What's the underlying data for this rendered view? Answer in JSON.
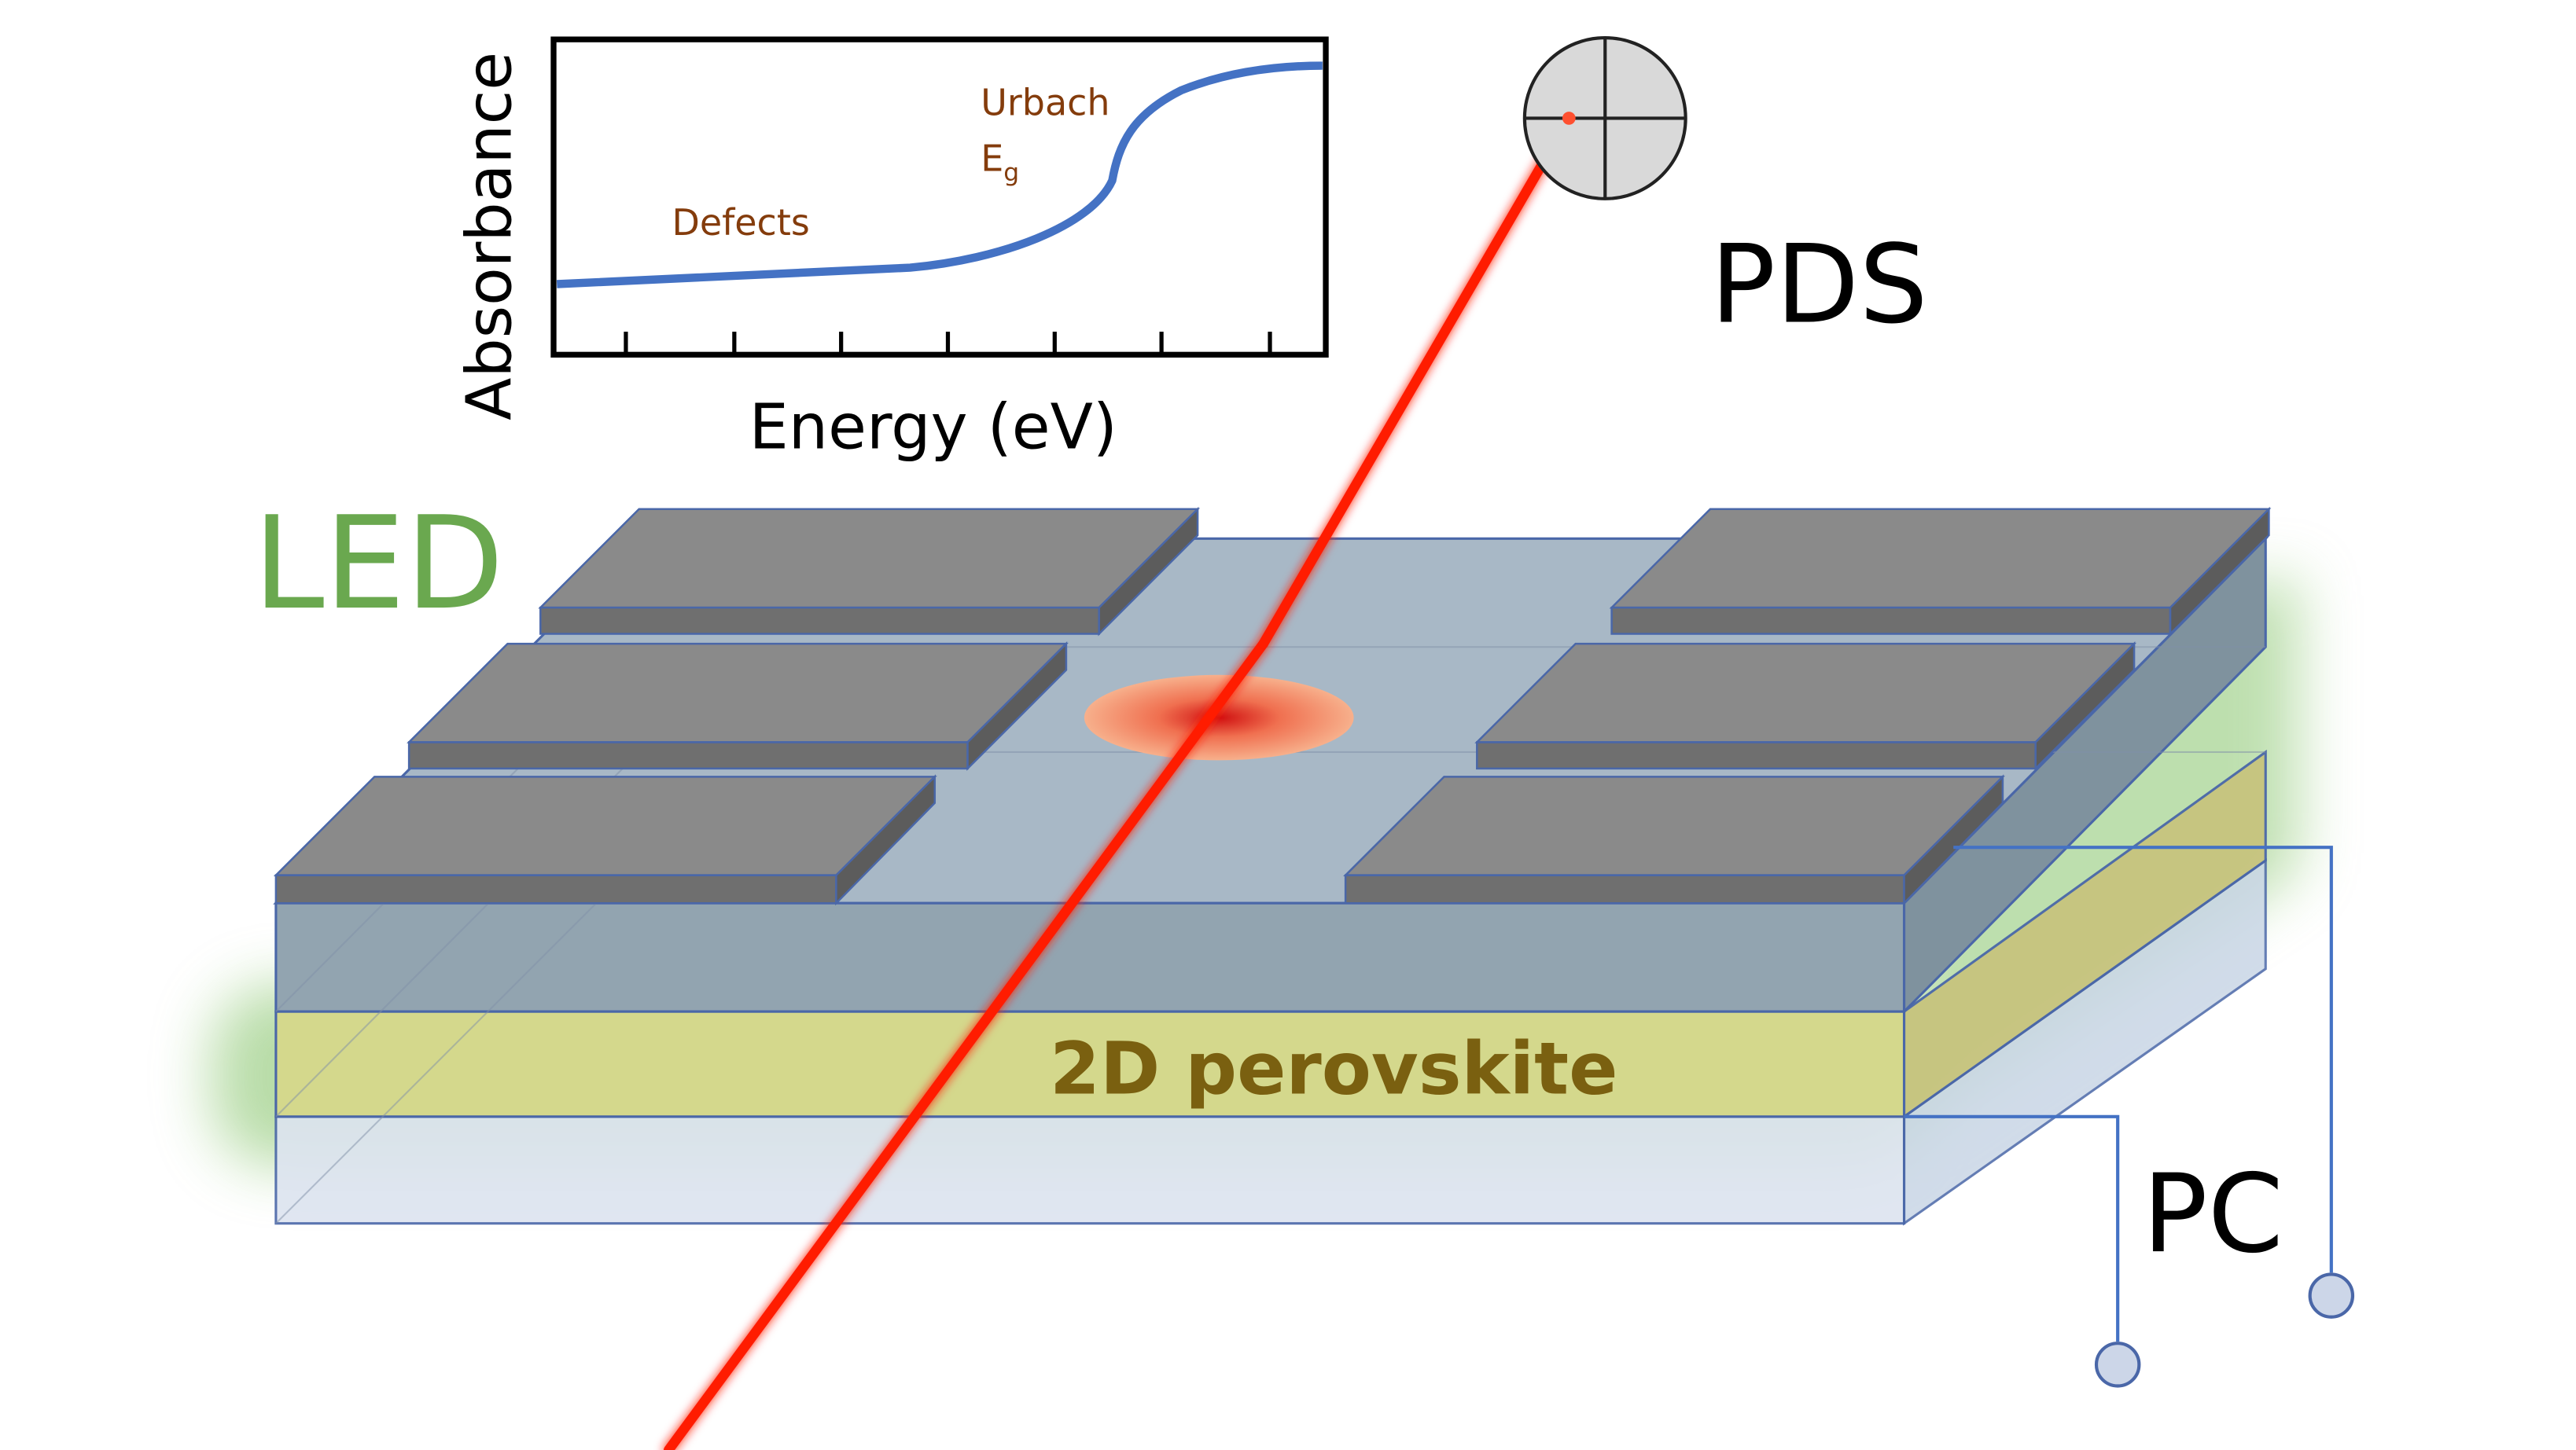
{
  "labels": {
    "led": "LED",
    "pds": "PDS",
    "pc": "PC",
    "layer": "2D perovskite"
  },
  "inset": {
    "ylabel": "Absorbance",
    "xlabel": "Energy (eV)",
    "defects": "Defects",
    "urbach": "Urbach",
    "eg_main": "E",
    "eg_sub": "g"
  },
  "colors": {
    "led_green": "#6aa84f",
    "beam": "#ff1a00",
    "curve": "#4472c4",
    "annotation": "#843c0c",
    "electrode": "#808080",
    "perovskite": "#d4d88c",
    "substrate": "#dde4f0",
    "top_layer": "#9fb0bd",
    "wire": "#4472c4"
  },
  "icons": {
    "detector": "crosshair-detector-icon"
  }
}
